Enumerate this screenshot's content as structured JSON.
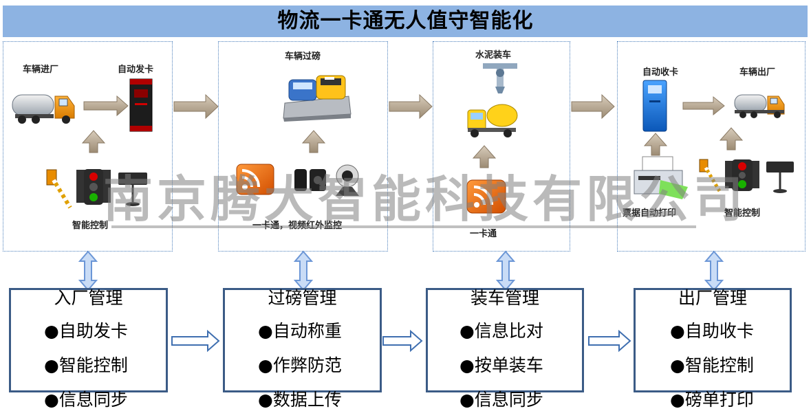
{
  "title": "物流一卡通无人值守智能化",
  "watermark": "南京腾大智能科技有限公司",
  "panels": {
    "entry": {
      "label_truck_in": "车辆进厂",
      "label_card_issue": "自动发卡",
      "label_control": "智能控制"
    },
    "weigh": {
      "label_weigh": "车辆过磅",
      "label_monitor": "一卡通，视频红外监控"
    },
    "load": {
      "label_load": "水泥装车",
      "label_card": "一卡通"
    },
    "exit": {
      "label_card_collect": "自动收卡",
      "label_truck_out": "车辆出厂",
      "label_print": "票据自动打印",
      "label_control": "智能控制"
    }
  },
  "boxes": [
    {
      "title": "入厂管理",
      "items": [
        "●自助发卡",
        "●智能控制",
        "●信息同步"
      ]
    },
    {
      "title": "过磅管理",
      "items": [
        "●自动称重",
        "●作弊防范",
        "●数据上传"
      ]
    },
    {
      "title": "装车管理",
      "items": [
        "●信息比对",
        "●按单装车",
        "●信息同步"
      ]
    },
    {
      "title": "出厂管理",
      "items": [
        "●自助收卡",
        "●智能控制",
        "●磅单打印"
      ]
    }
  ],
  "icons": [
    "tanker-truck-icon",
    "card-dispenser-icon",
    "barrier-gate-icon",
    "traffic-light-icon",
    "display-sign-icon",
    "weighbridge-icon",
    "rss-reader-icon",
    "infrared-sensor-icon",
    "webcam-icon",
    "cement-loader-icon",
    "mixer-truck-icon",
    "card-collector-icon",
    "printer-icon"
  ],
  "colors": {
    "title_bar": "#8db3e2",
    "box_border": "#3b5b86",
    "panel_border": "#4a7ebb",
    "flow_arrow": "#b5a58f",
    "link_arrow": "#6b96d6"
  }
}
